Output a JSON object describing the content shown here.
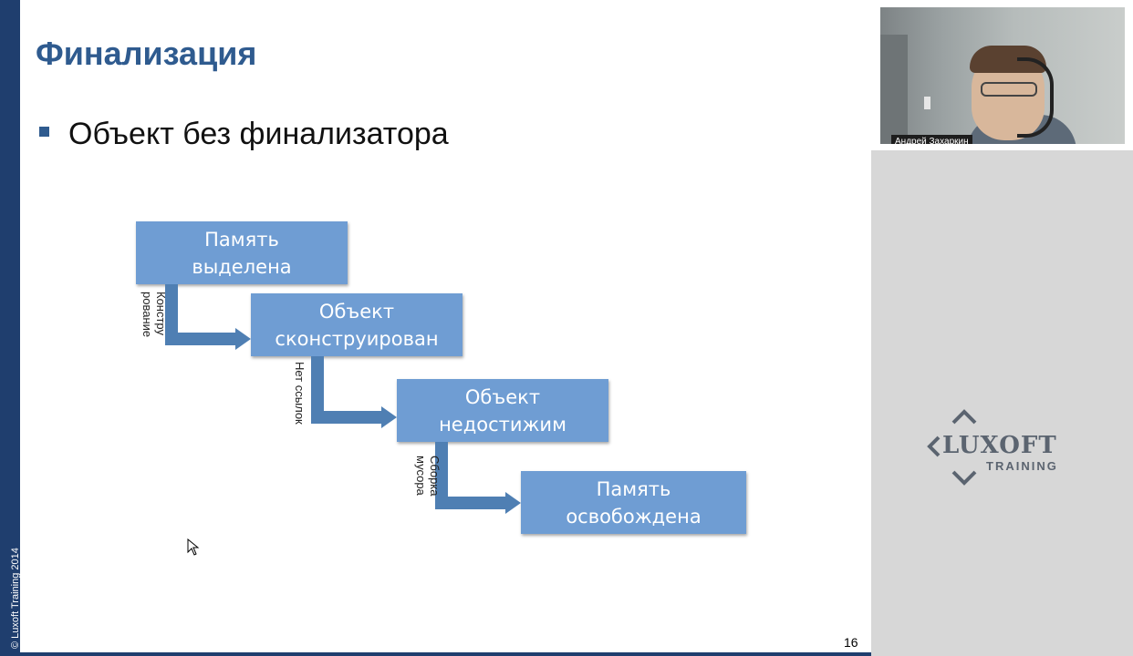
{
  "slide": {
    "title": "Финализация",
    "bullet": "Объект без финализатора",
    "copyright": "© Luxoft Training 2014",
    "page_number": "16",
    "diagram": {
      "boxes": [
        {
          "label": "Память\nвыделена"
        },
        {
          "label": "Объект\nсконструирован"
        },
        {
          "label": "Объект\nнедостижим"
        },
        {
          "label": "Память\nосвобождена"
        }
      ],
      "transitions": [
        {
          "label": "Констру\nрование"
        },
        {
          "label": "Нет ссылок"
        },
        {
          "label": "Сборка\nмусора"
        }
      ],
      "box_color": "#6f9dd3",
      "arrow_color": "#4f7fb3"
    }
  },
  "webcam": {
    "name": "Андрей Захаркин"
  },
  "logo": {
    "name": "LUXOFT",
    "subtitle": "TRAINING"
  },
  "colors": {
    "accent": "#1f3e6e",
    "title": "#2f5b8f"
  }
}
